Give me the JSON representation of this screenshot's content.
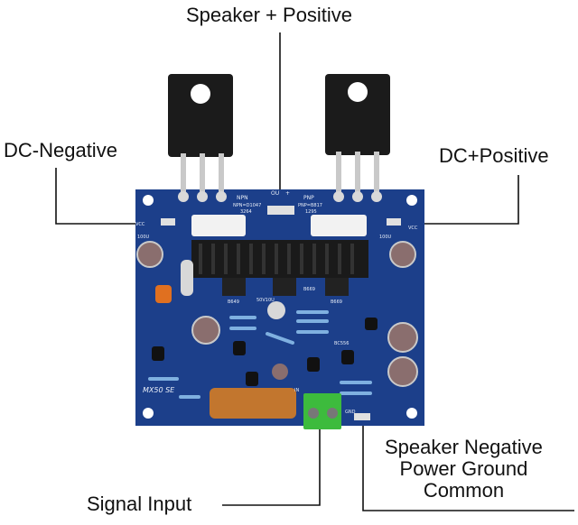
{
  "labels": {
    "speaker_positive": "Speaker + Positive",
    "dc_negative": "DC-Negative",
    "dc_positive": "DC+Positive",
    "speaker_negative_line1": "Speaker Negative",
    "speaker_negative_line2": "Power Ground",
    "speaker_negative_line3": "Common",
    "signal_input": "Signal Input"
  },
  "board_silkscreen": {
    "model": "MX50 SE",
    "npn": "NPN",
    "npn_part": "NPN=D1047",
    "npn_num": "3264",
    "pnp": "PNP",
    "pnp_part": "PNP=B817",
    "pnp_num": "1295",
    "out": "OU",
    "plus": "+",
    "vcc_left": "VCC",
    "vcc_right": "VCC",
    "cap_left": "100U",
    "cap_right": "100U",
    "cap_mid": "50V10U",
    "t1": "B649",
    "t2": "B669",
    "t3": "B669",
    "bc": "BC556",
    "gnd": "GND",
    "in": "IN"
  },
  "colors": {
    "board": "#1c3f8a",
    "heatsink": "#1a1a1a",
    "terminal": "#3dbb3d",
    "capacitor": "#8a6e6e",
    "resistor_cap": "#c2762e"
  }
}
